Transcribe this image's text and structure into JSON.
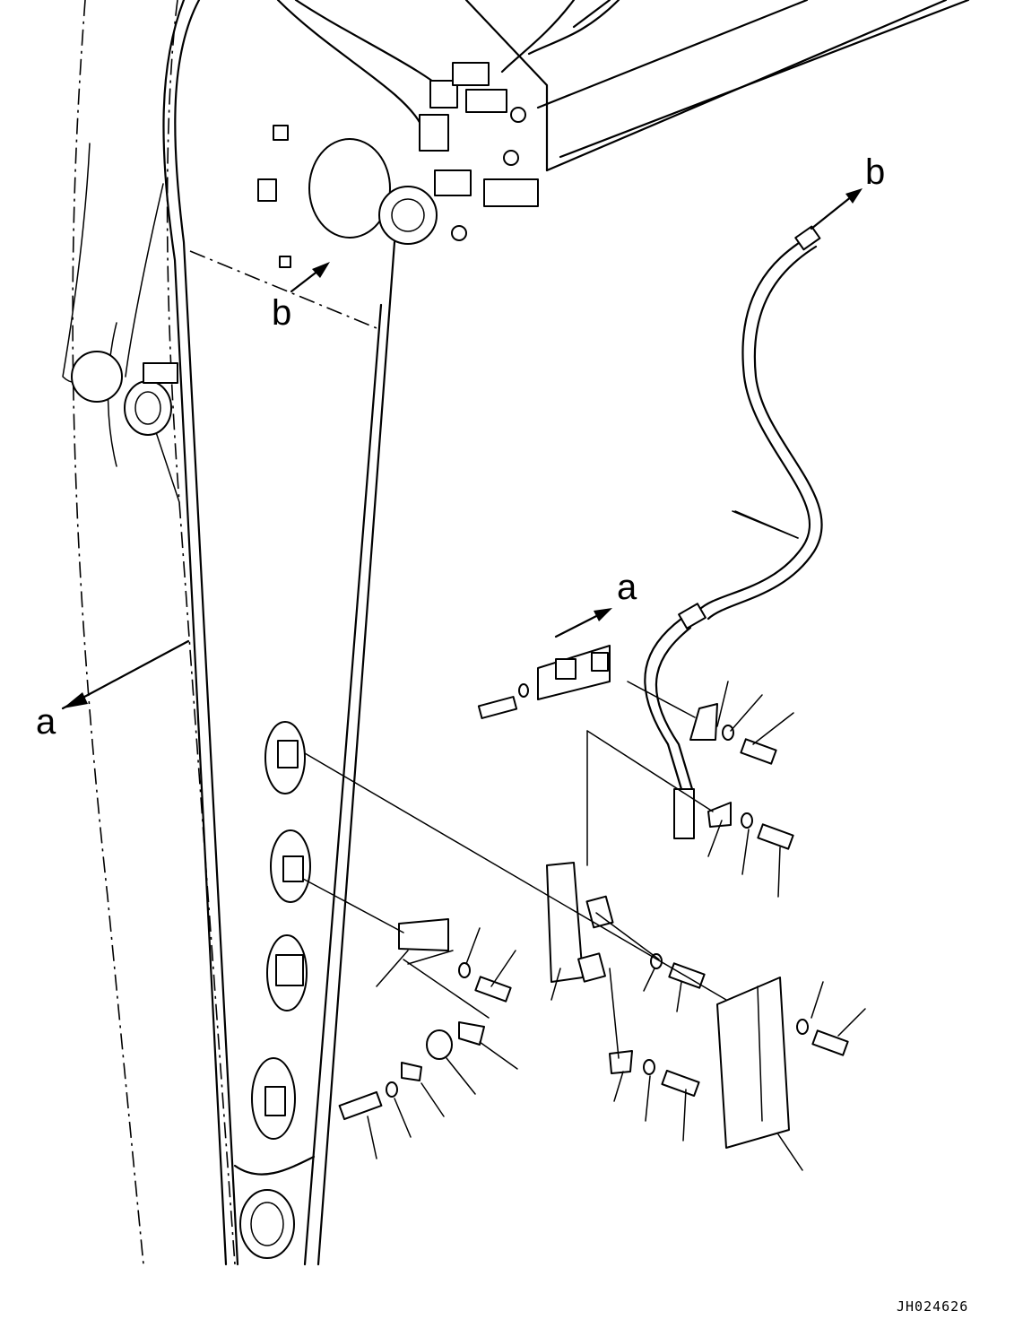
{
  "labels": {
    "a_left": "a",
    "a_right": "a",
    "b_top": "b",
    "b_right": "b"
  },
  "drawing_code": "JH024626"
}
